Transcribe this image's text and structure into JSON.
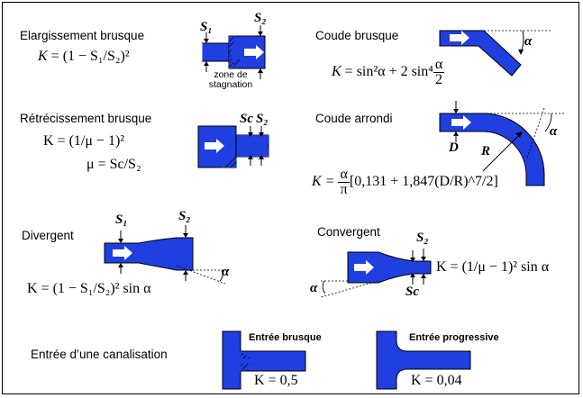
{
  "sections": {
    "elargissement": {
      "title": "Elargissement brusque",
      "eq_prefix": "K",
      "eq_body": "= (1 − S₁/S₂)²",
      "s1": "S₁",
      "s2": "S₂",
      "zone_line1": "zone de",
      "zone_line2": "stagnation"
    },
    "coude_brusque": {
      "title": "Coude brusque",
      "eq_prefix": "K",
      "eq_body": "= sin²α + 2 sin⁴",
      "frac_num": "α",
      "frac_den": "2",
      "alpha": "α"
    },
    "retrecissement": {
      "title": "Rétrécissement brusque",
      "eq1": "K = (1/μ − 1)²",
      "eq2": "μ = Sc/S₂",
      "sc": "Sc",
      "s2": "S₂"
    },
    "coude_arrondi": {
      "title": "Coude arrondi",
      "eq_prefix": "K =",
      "frac_num": "α",
      "frac_den": "π",
      "eq_body": "[0,131 + 1,847(D/R)^7/2]",
      "d": "D",
      "r": "R",
      "alpha": "α"
    },
    "divergent": {
      "title": "Divergent",
      "eq": "K = (1 − S₁/S₂)² sin α",
      "s1": "S₁",
      "s2": "S₂",
      "alpha": "α"
    },
    "convergent": {
      "title": "Convergent",
      "eq": "K = (1/μ − 1)² sin α",
      "s2": "S₂",
      "sc": "Sc",
      "alpha": "α"
    },
    "entree": {
      "title": "Entrée d’une canalisation",
      "brusque_label": "Entrée brusque",
      "brusque_eq": "K = 0,5",
      "progressive_label": "Entrée progressive",
      "progressive_eq": "K = 0,04"
    }
  },
  "colors": {
    "pipe": "#1f3fe0",
    "outline": "#000000",
    "arrow": "#ffffff"
  }
}
